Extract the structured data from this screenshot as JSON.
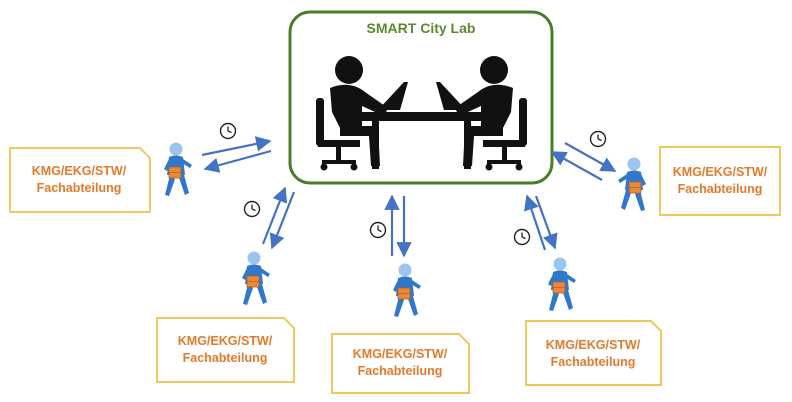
{
  "hub": {
    "title": "SMART City Lab",
    "border_color": "#4a7c2a",
    "title_color": "#5a8a2e",
    "icon": "meeting-people-laptops-icon"
  },
  "department_label_color": "#e37a2c",
  "department_box_border": "#f0c860",
  "arrow_color": "#4472c4",
  "person_color": "#3d86d6",
  "box_color": "#e88a3a",
  "departments": [
    {
      "line1": "KMG/EKG/STW/",
      "line2": "Fachabteilung"
    },
    {
      "line1": "KMG/EKG/STW/",
      "line2": "Fachabteilung"
    },
    {
      "line1": "KMG/EKG/STW/",
      "line2": "Fachabteilung"
    },
    {
      "line1": "KMG/EKG/STW/",
      "line2": "Fachabteilung"
    },
    {
      "line1": "KMG/EKG/STW/",
      "line2": "Fachabteilung"
    }
  ]
}
